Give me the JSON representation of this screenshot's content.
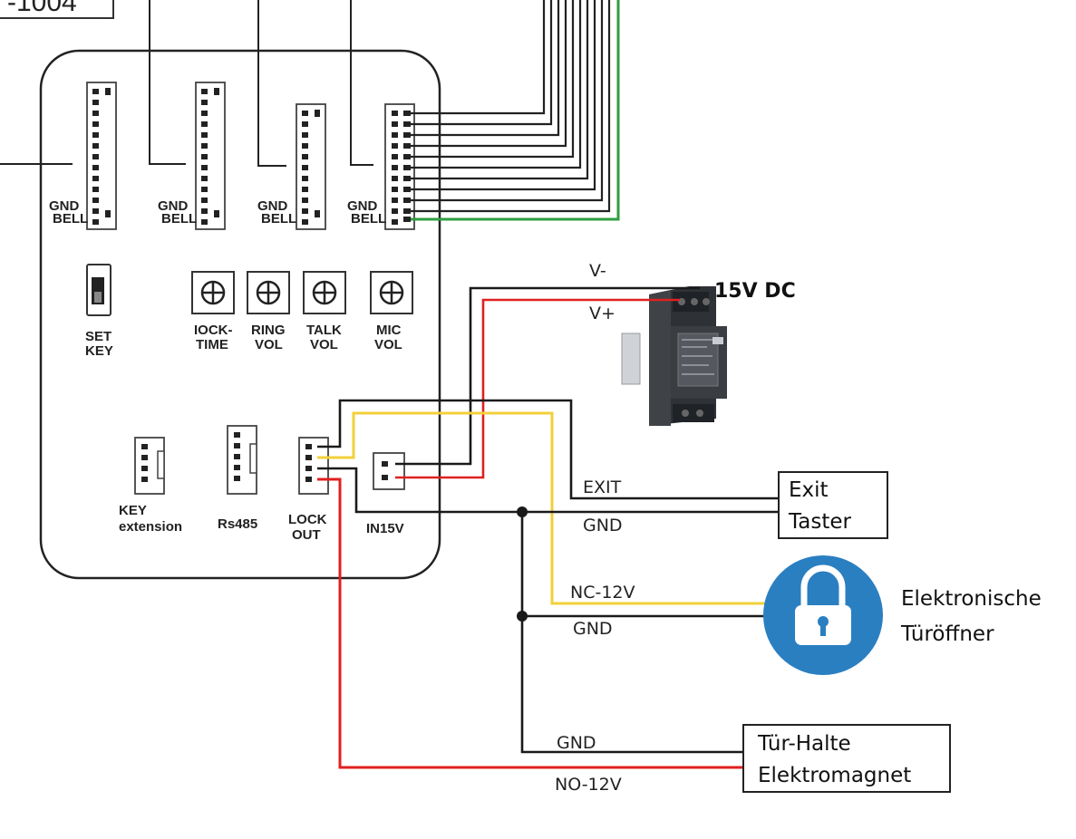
{
  "header_fragment": "-1004",
  "board": {
    "connectors": [
      {
        "label_top": "GND",
        "label_bottom": "BELL"
      },
      {
        "label_top": "GND",
        "label_bottom": "BELL"
      },
      {
        "label_top": "GND",
        "label_bottom": "BELL"
      },
      {
        "label_top": "GND",
        "label_bottom": "BELL"
      }
    ],
    "set_key": {
      "line1": "SET",
      "line2": "KEY"
    },
    "knobs": [
      {
        "line1": "IOCK-",
        "line2": "TIME"
      },
      {
        "line1": "RING",
        "line2": "VOL"
      },
      {
        "line1": "TALK",
        "line2": "VOL"
      },
      {
        "line1": "MIC",
        "line2": "VOL"
      }
    ],
    "ports": {
      "key_extension": {
        "line1": "KEY",
        "line2": "extension"
      },
      "rs485": "Rs485",
      "lock_out": {
        "line1": "LOCK",
        "line2": "OUT"
      },
      "in15v": "IN15V"
    }
  },
  "power_supply": {
    "label": "15V DC",
    "v_minus": "V-",
    "v_plus": "V+"
  },
  "wires": {
    "exit": "EXIT",
    "gnd_exit": "GND",
    "nc": "NC-12V",
    "gnd_lock": "GND",
    "gnd_magnet": "GND",
    "no": "NO-12V"
  },
  "devices": {
    "exit_button": {
      "line1": "Exit",
      "line2": "Taster"
    },
    "door_opener": {
      "line1": "Elektronische",
      "line2": "Türöffner"
    },
    "magnet": {
      "line1": "Tür-Halte",
      "line2": "Elektromagnet"
    }
  },
  "colors": {
    "black_wire": "#1a1a1a",
    "red_wire": "#e02020",
    "yellow_wire": "#f2d03b",
    "green_wire": "#2f9e3f",
    "lock_blue": "#2a7fc1",
    "psu_body": "#3a3d42"
  }
}
